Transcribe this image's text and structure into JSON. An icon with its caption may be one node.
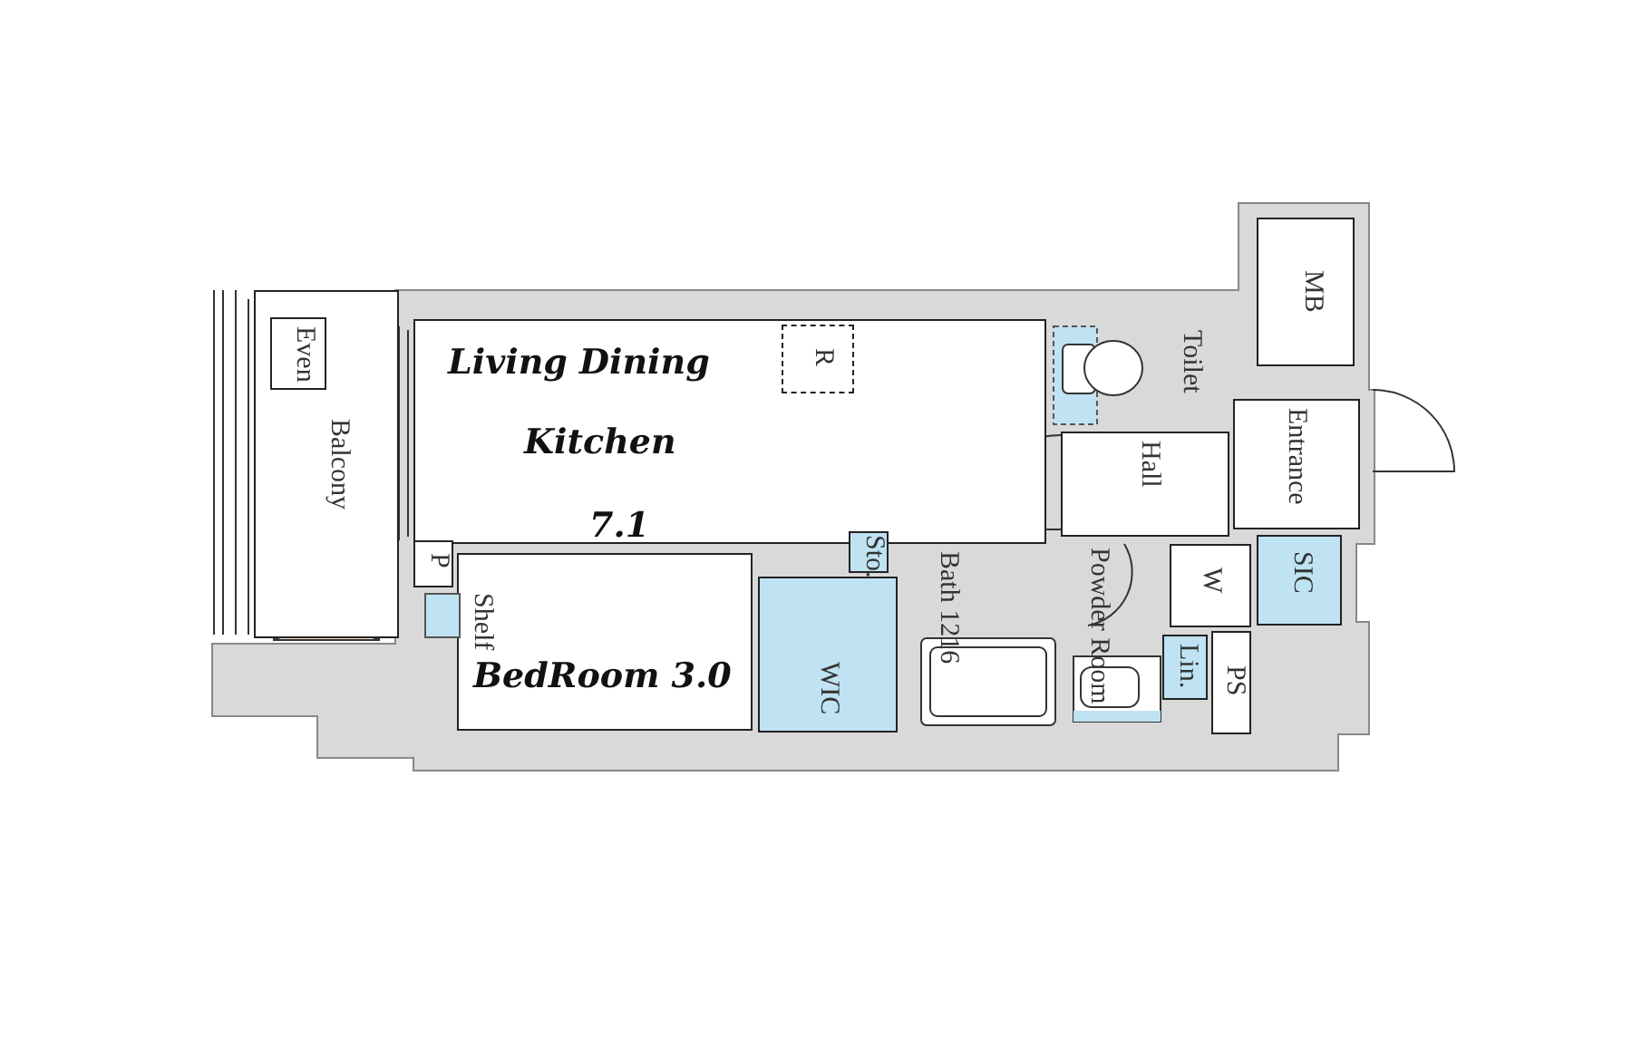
{
  "diagram": {
    "nodes": [
      {
        "text": [
          "Living Dining",
          "Kitchen",
          "7.1"
        ]
      },
      {
        "text": [
          "R"
        ],
        "in": 0
      },
      {
        "text": [
          "Toilet"
        ]
      },
      {
        "text": [
          "MB"
        ]
      },
      {
        "text": [
          "Hall"
        ]
      },
      {
        "text": [
          "Entrance"
        ]
      },
      {
        "text": [
          "Balcony"
        ]
      },
      {
        "text": [
          "Even"
        ],
        "in": 6
      },
      {
        "text": [
          "P"
        ]
      },
      {
        "text": [
          "Shelf"
        ]
      },
      {
        "text": [
          "Sto."
        ]
      },
      {
        "text": [
          "BedRoom 3.0"
        ]
      },
      {
        "text": [
          "WIC"
        ]
      },
      {
        "text": [
          "Bath 1216"
        ]
      },
      {
        "text": [
          "Powder Room"
        ]
      },
      {
        "text": [
          "W"
        ]
      },
      {
        "text": [
          "SIC"
        ]
      },
      {
        "text": [
          "Lin."
        ]
      },
      {
        "text": [
          "PS"
        ]
      }
    ]
  }
}
